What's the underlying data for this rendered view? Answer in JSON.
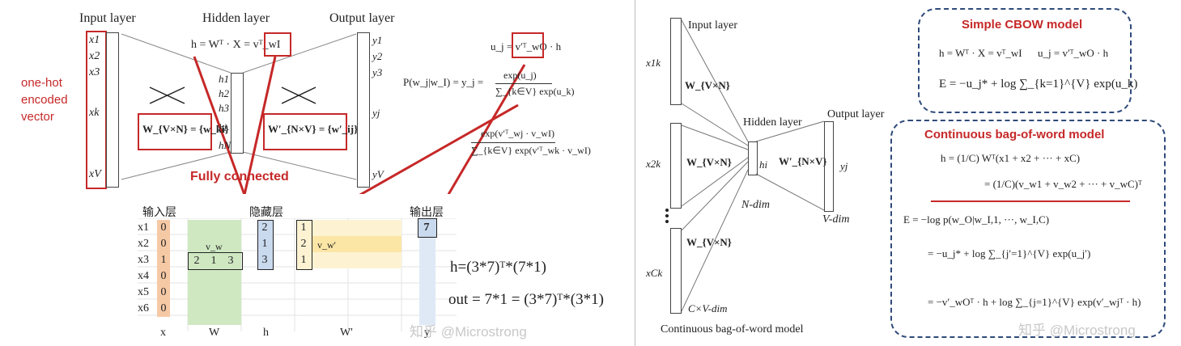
{
  "left_diagram": {
    "input_layer_label": "Input layer",
    "hidden_layer_label": "Hidden layer",
    "output_layer_label": "Output layer",
    "one_hot_label": "one-hot\nencoded\nvector",
    "input_nodes": [
      "x1",
      "x2",
      "x3",
      "xk",
      "xV"
    ],
    "hidden_nodes": [
      "h1",
      "h2",
      "h3",
      "hi",
      "hN"
    ],
    "output_nodes": [
      "y1",
      "y2",
      "y3",
      "yj",
      "yV"
    ],
    "hidden_eq": "h = Wᵀ · X = vᵀ_wI",
    "output_eq": "u_j = v′ᵀ_wO · h",
    "W_box": "W_{V×N} = {w_ki}",
    "Wp_box": "W′_{N×V} = {w′_ij}",
    "fully_connected": "Fully connected",
    "prob_lhs": "P(w_j|w_I) = y_j =",
    "prob_num1": "exp(u_j)",
    "prob_den1": "∑_{k∈V} exp(u_k)",
    "prob_num2": "exp(v′ᵀ_wj · v_wI)",
    "prob_den2": "∑_{k∈V} exp(v′ᵀ_wk · v_wI)"
  },
  "table": {
    "header_input": "输入层",
    "header_hidden": "隐藏层",
    "header_output": "输出层",
    "row_labels": [
      "x1",
      "x2",
      "x3",
      "x4",
      "x5",
      "x6"
    ],
    "x_values": [
      "0",
      "0",
      "1",
      "0",
      "0",
      "0"
    ],
    "w_row": [
      "2",
      "1",
      "3"
    ],
    "v_w_label": "v_w",
    "h_values": [
      "2",
      "1",
      "3"
    ],
    "wp_values": [
      "1",
      "2",
      "1"
    ],
    "v_w_prime_label": "v_w'",
    "y_value": "7",
    "col_labels": [
      "x",
      "W",
      "h",
      "W'",
      "y"
    ],
    "eq1": "h=(3*7)ᵀ*(7*1)",
    "eq2": "out = 7*1 = (3*7)ᵀ*(3*1)",
    "watermark": "知乎 @Microstrong"
  },
  "right_diagram": {
    "input_layer_label": "Input layer",
    "hidden_layer_label": "Hidden layer",
    "output_layer_label": "Output layer",
    "x1k": "x1k",
    "x2k": "x2k",
    "xck": "xCk",
    "W": "W_{V×N}",
    "Wp": "W′_{N×V}",
    "hi": "hi",
    "yj": "yj",
    "ndim": "N-dim",
    "vdim": "V-dim",
    "cxv": "C×V-dim",
    "caption": "Continuous bag-of-word model",
    "watermark": "知乎 @Microstrong"
  },
  "simple_cbow": {
    "title": "Simple CBOW model",
    "eq1": "h = Wᵀ · X = vᵀ_wI",
    "eq2": "u_j = v′ᵀ_wO · h",
    "eq3": "E = −u_j* + log ∑_{k=1}^{V} exp(u_k)"
  },
  "cbow": {
    "title": "Continuous bag-of-word model",
    "h1": "h = (1/C) Wᵀ(x1 + x2 + ··· + xC)",
    "h2": "= (1/C)(v_w1 + v_w2 + ··· + v_wC)ᵀ",
    "e1": "E = −log p(w_O|w_I,1, ···, w_I,C)",
    "e2": "= −u_j* + log ∑_{j′=1}^{V} exp(u_j′)",
    "e3": "= −v′_wOᵀ · h + log ∑_{j=1}^{V} exp(v′_wjᵀ · h)"
  },
  "colors": {
    "red": "#c62828",
    "navy": "#2f4a7a",
    "orange": "#f6c9a5",
    "green": "#cfe8c2",
    "blue": "#c9d9ee",
    "yellow": "#fbe6a6",
    "light_blue": "#dfe9f6"
  }
}
